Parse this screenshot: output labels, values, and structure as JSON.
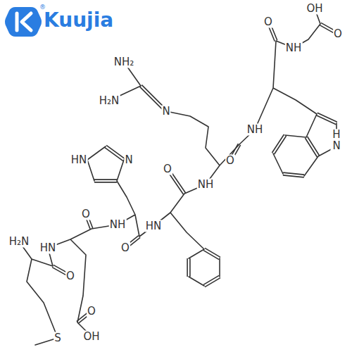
{
  "diagram": {
    "labels": [
      "Kuujia",
      "®",
      "OH",
      "O",
      "NH",
      "O",
      "NH₂",
      "H₂N",
      "N",
      "NH",
      "H N",
      "O",
      "O",
      "NH",
      "HN",
      "N",
      "HN",
      "O",
      "NH",
      "O",
      "H₂N",
      "HN",
      "O",
      "O",
      "OH",
      "S"
    ]
  }
}
